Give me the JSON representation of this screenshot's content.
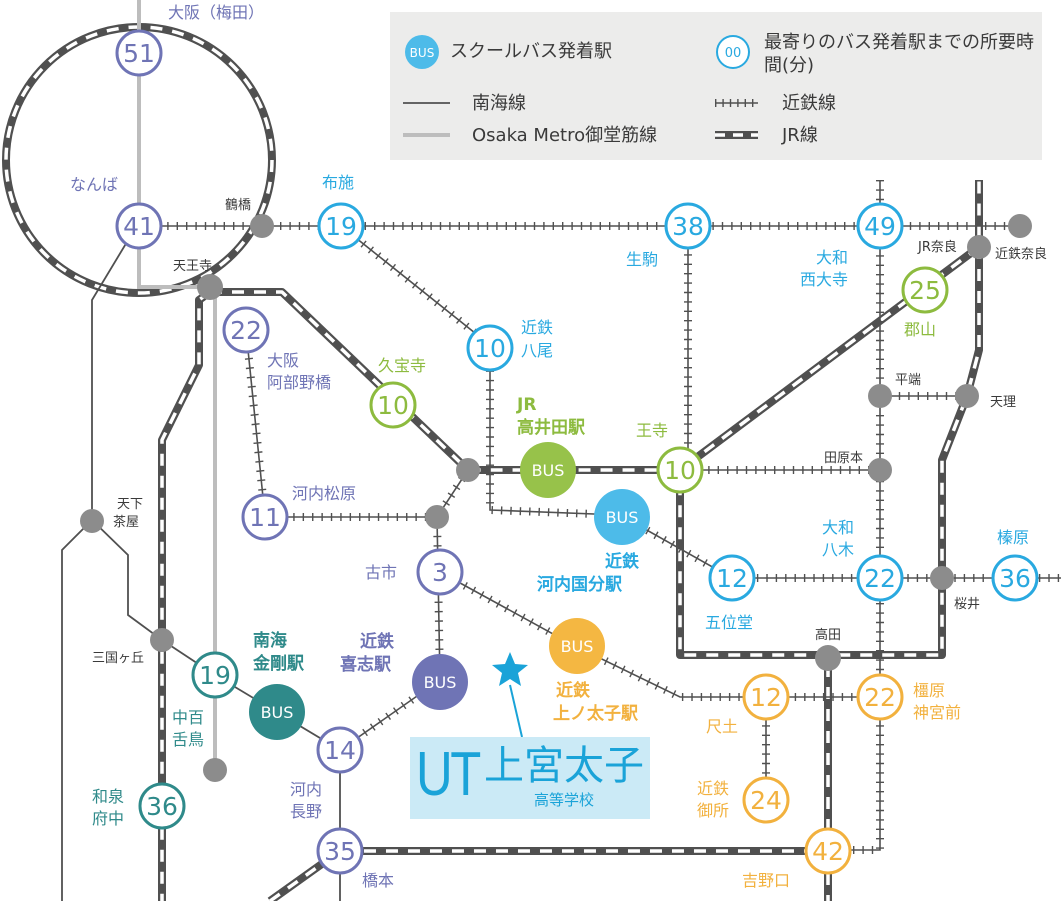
{
  "colors": {
    "blue": "#29a9e0",
    "blue_fill": "#4dbbe9",
    "green": "#8dbb3f",
    "green_fill": "#97c24a",
    "purple": "#6f74b5",
    "purple_fill": "#6f74b5",
    "teal": "#2f8a8a",
    "teal_fill": "#2f8a8a",
    "orange": "#f2b13e",
    "orange_fill": "#f4b742",
    "gray_node": "#8c8c8c",
    "line_dark": "#505050",
    "metro": "#bdbdbd"
  },
  "legend": {
    "bus_badge": "BUS",
    "bus_label": "スクールバス発着駅",
    "time_badge": "00",
    "time_label": "最寄りのバス発着駅までの所要時間(分)",
    "nankai_label": "南海線",
    "kintetsu_label": "近鉄線",
    "metro_label": "Osaka Metro御堂筋線",
    "jr_label": "JR線"
  },
  "school": {
    "ut": "UT",
    "name": "上宮太子",
    "sub": "高等学校"
  },
  "stations": {
    "umeda": {
      "minutes": "51",
      "label": "大阪（梅田）"
    },
    "namba": {
      "minutes": "41",
      "label": "なんば"
    },
    "tsuruhashi": {
      "label": "鶴橋"
    },
    "tennoji": {
      "label": "天王寺"
    },
    "fuse": {
      "minutes": "19",
      "label": "布施"
    },
    "ikoma": {
      "minutes": "38",
      "label": "生駒"
    },
    "yamato_saidaiji": {
      "minutes": "49",
      "label": [
        "大和",
        "西大寺"
      ]
    },
    "jr_nara": {
      "label": "JR奈良"
    },
    "kintetsu_nara": {
      "label": "近鉄奈良"
    },
    "koriyama": {
      "minutes": "25",
      "label": "郡山"
    },
    "osaka_abenobashi": {
      "minutes": "22",
      "label": [
        "大阪",
        "阿部野橋"
      ]
    },
    "kintetsu_yao": {
      "minutes": "10",
      "label": [
        "近鉄",
        "八尾"
      ]
    },
    "kyuhoji": {
      "minutes": "10",
      "label": "久宝寺"
    },
    "hirahata": {
      "label": "平端"
    },
    "tenri": {
      "label": "天理"
    },
    "jr_takaida": {
      "badge": "BUS",
      "label": [
        "JR",
        "高井田駅"
      ]
    },
    "oji": {
      "minutes": "10",
      "label": "王寺"
    },
    "tawaramoto": {
      "label": "田原本"
    },
    "kawachi_matsubara": {
      "minutes": "11",
      "label": "河内松原"
    },
    "kawachi_kokubu": {
      "badge": "BUS",
      "label": [
        "近鉄",
        "河内国分駅"
      ]
    },
    "yamato_yagi": {
      "minutes": "22",
      "label": [
        "大和",
        "八木"
      ]
    },
    "haibara": {
      "minutes": "36",
      "label": "榛原"
    },
    "tengachaya": {
      "label": [
        "天下",
        "茶屋"
      ]
    },
    "furuichi": {
      "minutes": "3",
      "label": "古市"
    },
    "goido": {
      "minutes": "12",
      "label": "五位堂"
    },
    "sakurai": {
      "label": "桜井"
    },
    "mikunigaoka": {
      "label": "三国ヶ丘"
    },
    "kintetsu_kamitaishi": {
      "badge": "BUS",
      "label": [
        "近鉄",
        "上ノ太子駅"
      ]
    },
    "takada": {
      "label": "高田"
    },
    "kongo": {
      "minutes": "19",
      "badge": "BUS",
      "label": [
        "南海",
        "金剛駅"
      ]
    },
    "kishi": {
      "badge": "BUS",
      "label": [
        "近鉄",
        "喜志駅"
      ]
    },
    "shakudo": {
      "minutes": "12",
      "label": "尺土"
    },
    "kashiharajingumae": {
      "minutes": "22",
      "label": [
        "橿原",
        "神宮前"
      ]
    },
    "nakamozu": {
      "label": [
        "中百",
        "舌鳥"
      ]
    },
    "kawachinagano": {
      "minutes": "14",
      "label": [
        "河内",
        "長野"
      ]
    },
    "gose": {
      "minutes": "24",
      "label": [
        "近鉄",
        "御所"
      ]
    },
    "izumifuchu": {
      "minutes": "36",
      "label": [
        "和泉",
        "府中"
      ]
    },
    "hashimoto": {
      "minutes": "35",
      "label": "橋本"
    },
    "yoshinoguchi": {
      "minutes": "42",
      "label": "吉野口"
    }
  }
}
